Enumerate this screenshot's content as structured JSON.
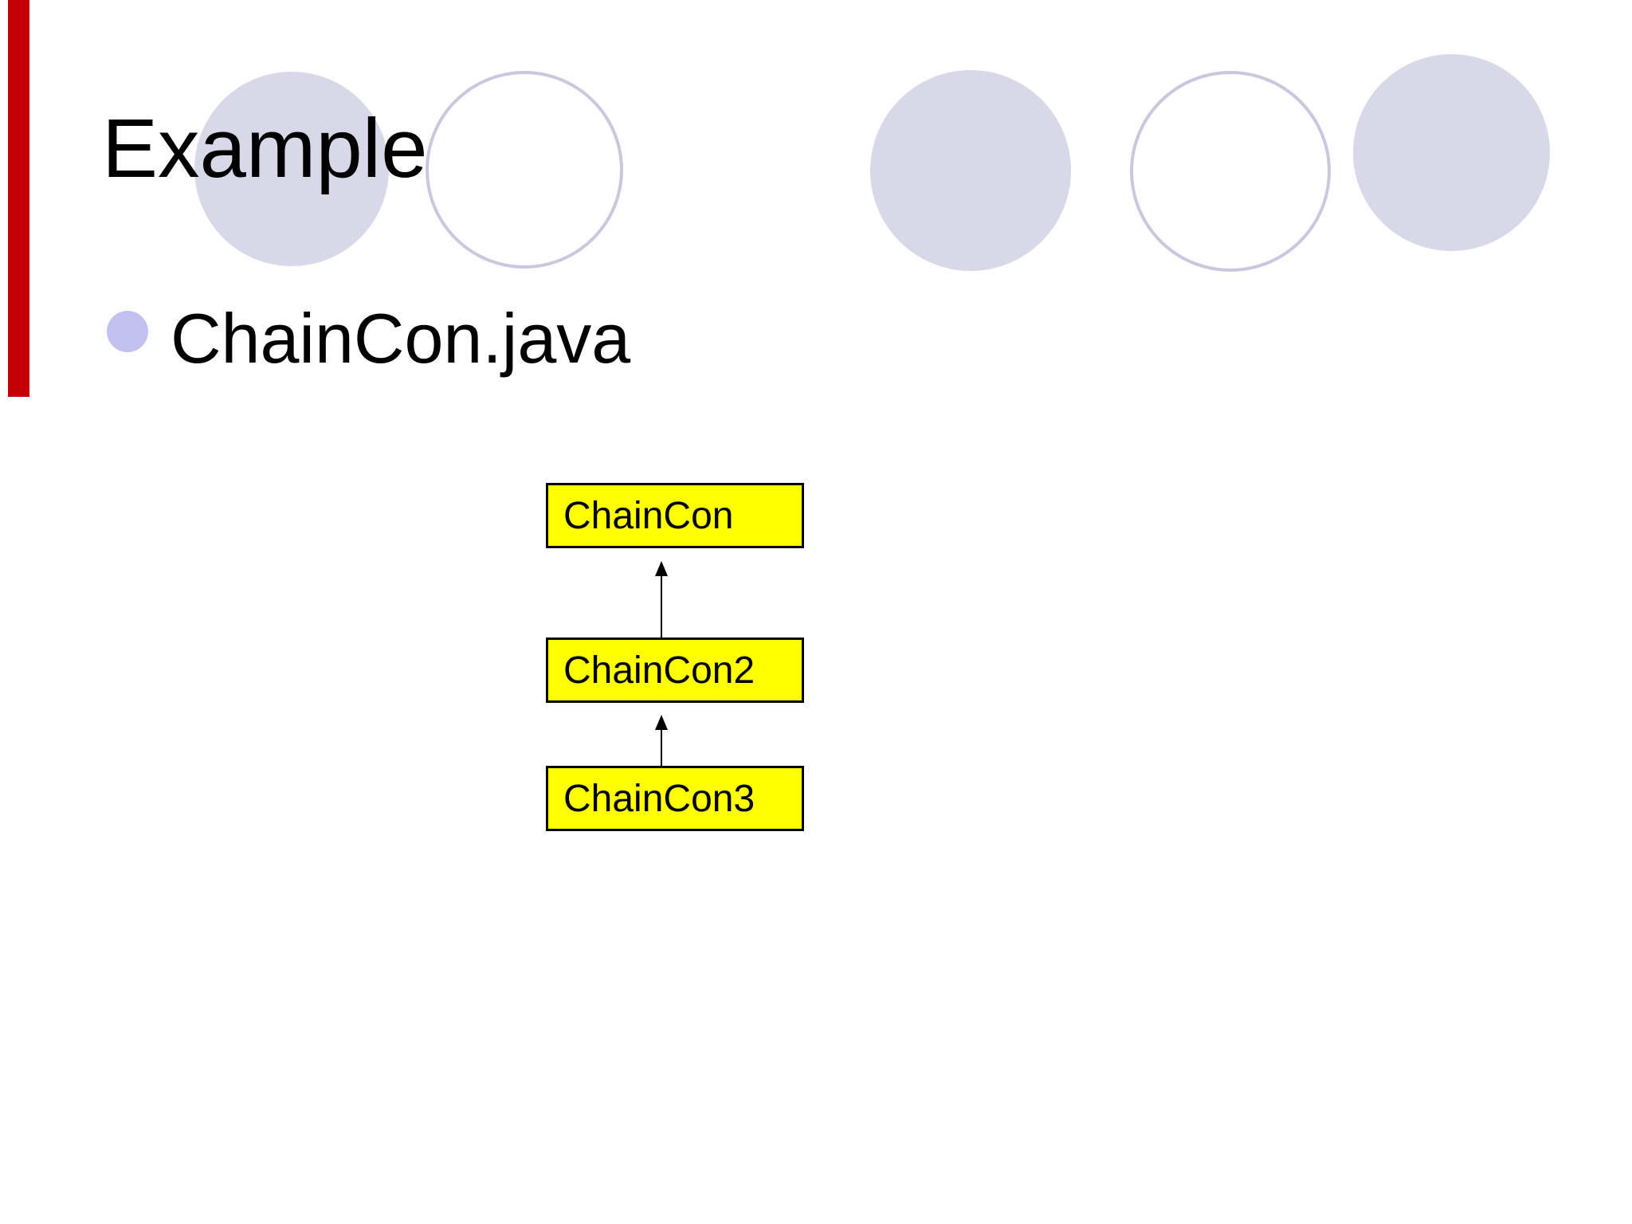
{
  "slide": {
    "title": "Example",
    "bullet": {
      "text": "ChainCon.java"
    },
    "diagram": {
      "type": "class-hierarchy",
      "boxes": [
        {
          "label": "ChainCon"
        },
        {
          "label": "ChainCon2"
        },
        {
          "label": "ChainCon3"
        }
      ],
      "arrows": [
        {
          "from": "ChainCon2",
          "to": "ChainCon",
          "direction": "up"
        },
        {
          "from": "ChainCon3",
          "to": "ChainCon2",
          "direction": "up"
        }
      ]
    },
    "colors": {
      "background": "#ffffff",
      "accent_bar": "#c40000",
      "circle_fill": "#d9d8e8",
      "circle_outline": "#c9c8de",
      "bullet_dot": "#c3c2ef",
      "box_fill": "#ffff00",
      "box_border": "#000000",
      "text": "#000000"
    }
  }
}
